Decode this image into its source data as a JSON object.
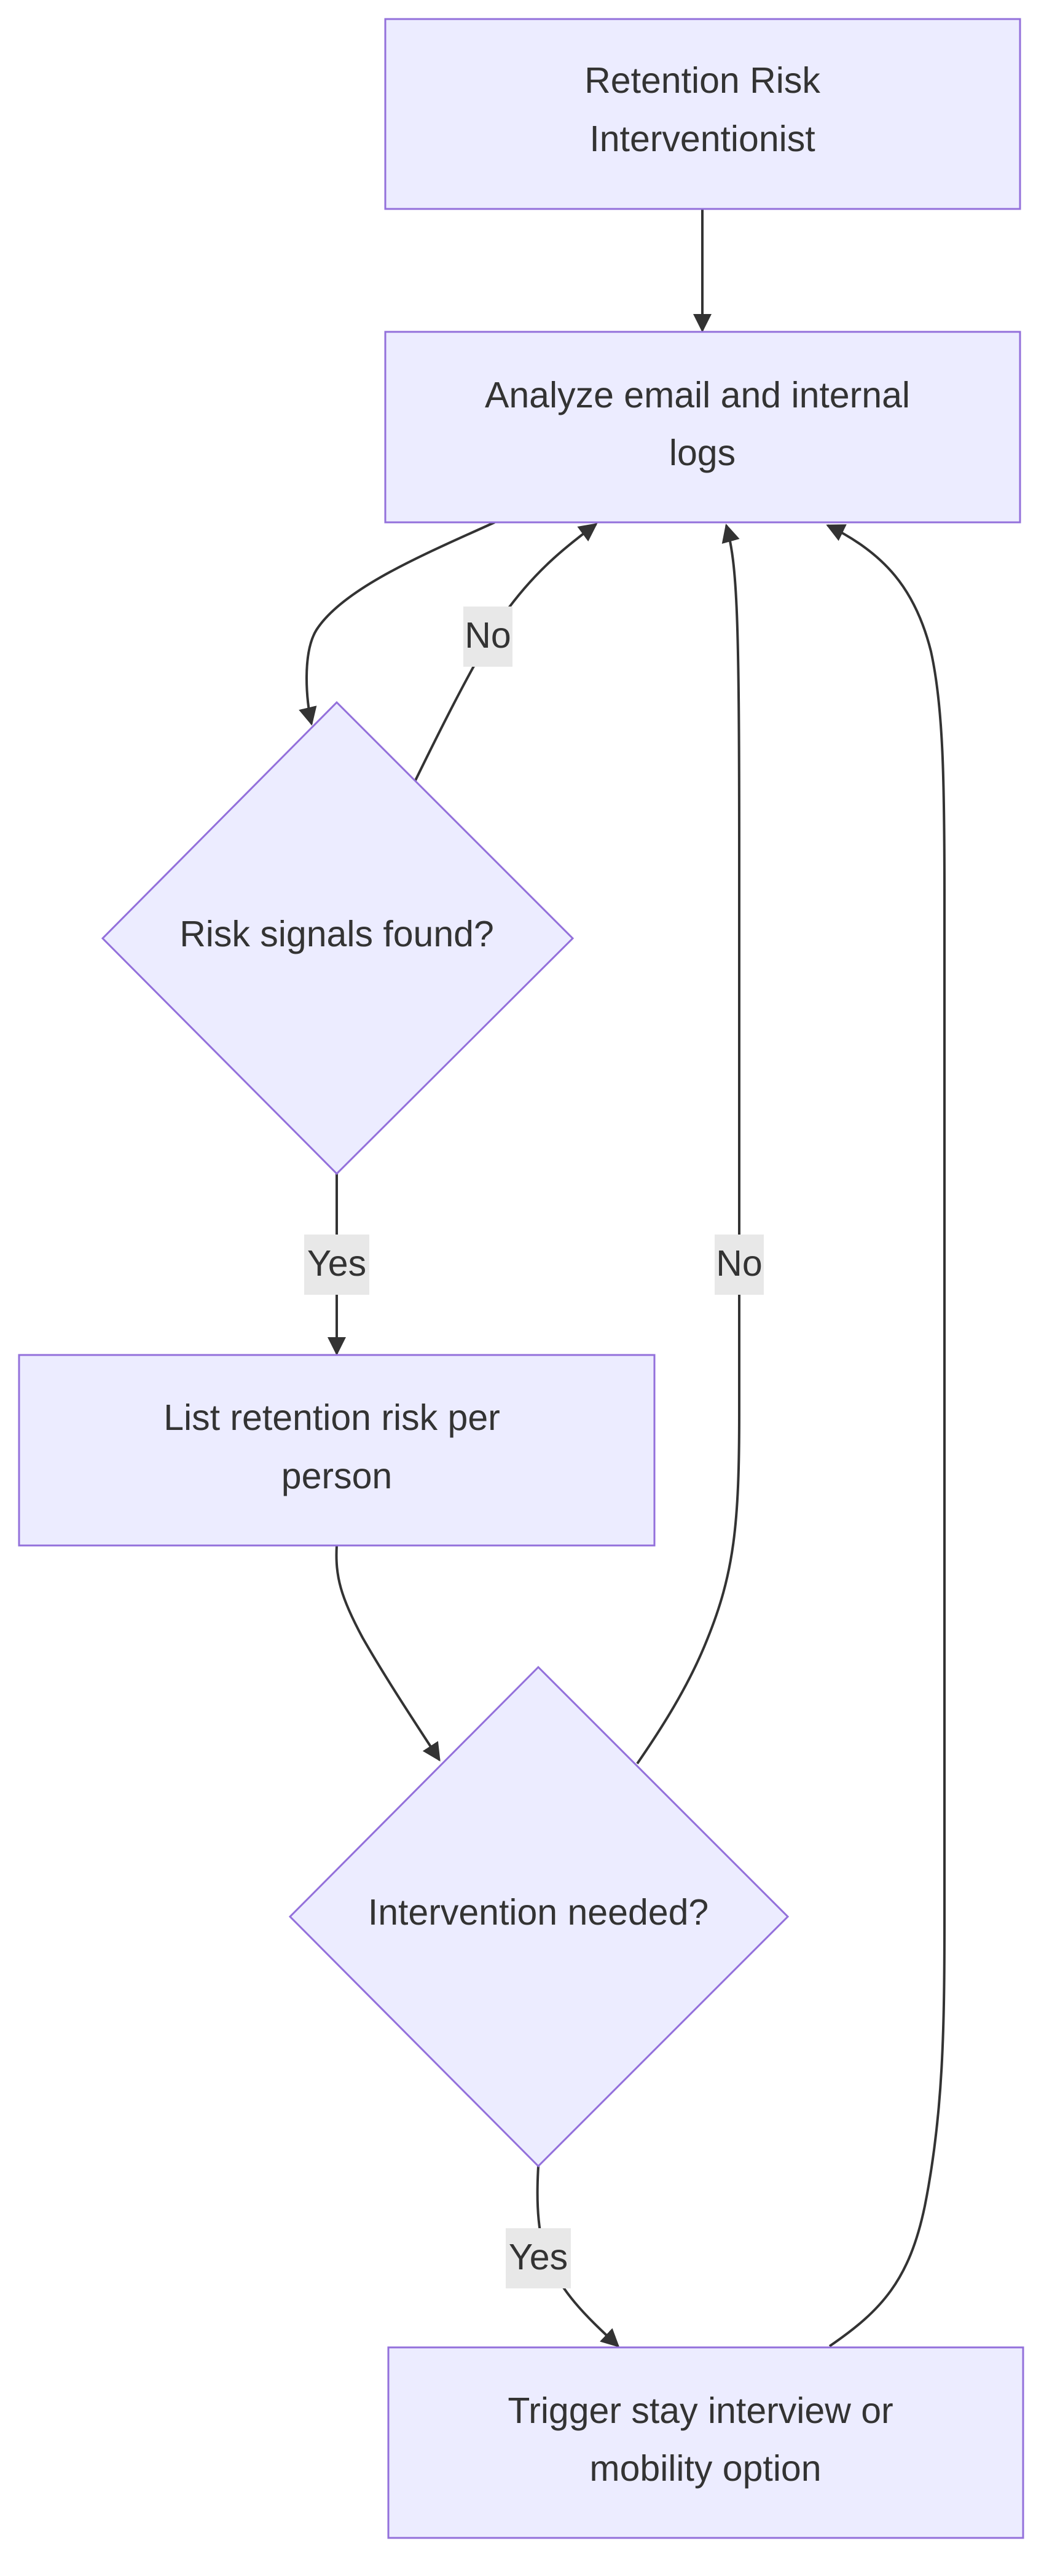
{
  "colors": {
    "node_fill": "#ECECFF",
    "node_stroke": "#9370DB",
    "edge": "#333333",
    "edge_label_bg": "#e8e8e8",
    "text": "#333333"
  },
  "nodes": {
    "start": {
      "shape": "rectangle",
      "lines": [
        "Retention Risk",
        "Interventionist"
      ]
    },
    "analyze": {
      "shape": "rectangle",
      "lines": [
        "Analyze email and internal",
        "logs"
      ]
    },
    "risk": {
      "shape": "diamond",
      "lines": [
        "Risk signals found?"
      ]
    },
    "list": {
      "shape": "rectangle",
      "lines": [
        "List retention risk per",
        "person"
      ]
    },
    "intervention": {
      "shape": "diamond",
      "lines": [
        "Intervention needed?"
      ]
    },
    "trigger": {
      "shape": "rectangle",
      "lines": [
        "Trigger stay interview or",
        "mobility option"
      ]
    }
  },
  "edges": {
    "start_to_analyze": {
      "from": "start",
      "to": "analyze",
      "label": ""
    },
    "analyze_to_risk": {
      "from": "analyze",
      "to": "risk",
      "label": ""
    },
    "risk_no": {
      "from": "risk",
      "to": "analyze",
      "label": "No"
    },
    "risk_yes": {
      "from": "risk",
      "to": "list",
      "label": "Yes"
    },
    "list_to_intervention": {
      "from": "list",
      "to": "intervention",
      "label": ""
    },
    "intervention_no": {
      "from": "intervention",
      "to": "analyze",
      "label": "No"
    },
    "intervention_yes": {
      "from": "intervention",
      "to": "trigger",
      "label": "Yes"
    },
    "trigger_to_analyze": {
      "from": "trigger",
      "to": "analyze",
      "label": ""
    }
  }
}
